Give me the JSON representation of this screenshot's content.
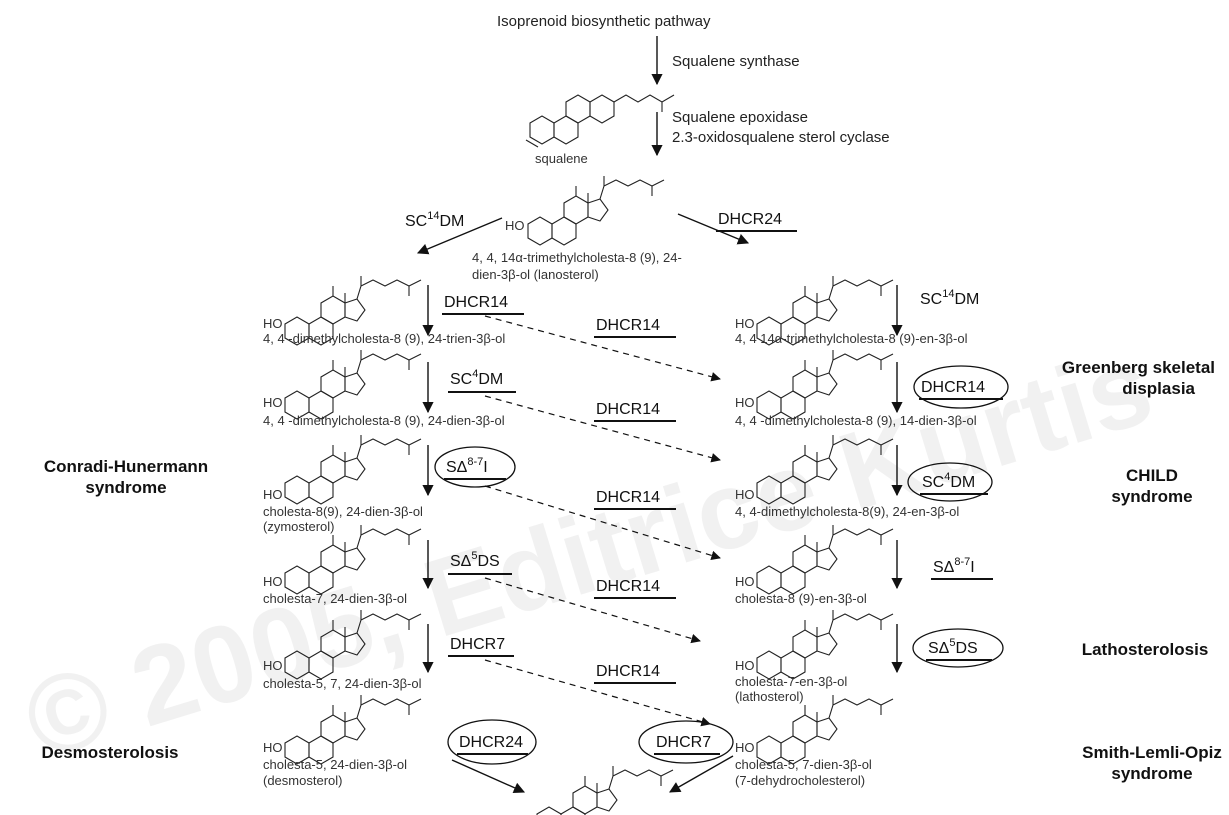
{
  "header": {
    "pathway_title": "Isoprenoid biosynthetic pathway",
    "step_squalene_synthase": "Squalene synthase",
    "step_epoxidase": "Squalene epoxidase",
    "step_cyclase": "2.3-oxidosqualene sterol cyclase"
  },
  "molecule_labels": {
    "squalene": "squalene",
    "lanosterol_1": "4, 4, 14α-trimethylcholesta-8 (9), 24-",
    "lanosterol_2": "dien-3β-ol (lanosterol)",
    "left_1": "4, 4 -dimethylcholesta-8 (9), 24-trien-3β-ol",
    "left_2": "4, 4 -dimethylcholesta-8 (9), 24-dien-3β-ol",
    "left_3a": "cholesta-8(9), 24-dien-3β-ol",
    "left_3b": "(zymosterol)",
    "left_4": "cholesta-7, 24-dien-3β-ol",
    "left_5": "cholesta-5, 7, 24-dien-3β-ol",
    "left_6a": "cholesta-5, 24-dien-3β-ol",
    "left_6b": "(desmosterol)",
    "right_1": "4, 4 14α-trimethylcholesta-8 (9)-en-3β-ol",
    "right_2": "4, 4 -dimethylcholesta-8 (9), 14-dien-3β-ol",
    "right_3": "4, 4-dimethylcholesta-8(9), 24-en-3β-ol",
    "right_4": "cholesta-8 (9)-en-3β-ol",
    "right_5a": "cholesta-7-en-3β-ol",
    "right_5b": "(lathosterol)",
    "right_6a": "cholesta-5, 7-dien-3β-ol",
    "right_6b": "(7-dehydrocholesterol)",
    "ho": "HO"
  },
  "enzymes": {
    "sc14dm_base": "SC",
    "sc14dm_sup": "14",
    "sc14dm_tail": "DM",
    "sc4dm_base": "SC",
    "sc4dm_sup": "4",
    "sc4dm_tail": "DM",
    "sd87i_base": "SΔ",
    "sd87i_sup": "8-7",
    "sd87i_tail": "I",
    "sd5ds_base": "SΔ",
    "sd5ds_sup": "5",
    "sd5ds_tail": "DS",
    "dhcr24": "DHCR24",
    "dhcr14": "DHCR14",
    "dhcr7": "DHCR7"
  },
  "diseases": {
    "greenberg_1": "Greenberg skeletal",
    "greenberg_2": "displasia",
    "conradi_1": "Conradi-Hunermann",
    "conradi_2": "syndrome",
    "child_1": "CHILD",
    "child_2": "syndrome",
    "lathosterolosis": "Lathosterolosis",
    "desmosterolosis": "Desmosterolosis",
    "slo_1": "Smith-Lemli-Opiz",
    "slo_2": "syndrome"
  },
  "watermark": "© 2005, Editrice Kurtis"
}
